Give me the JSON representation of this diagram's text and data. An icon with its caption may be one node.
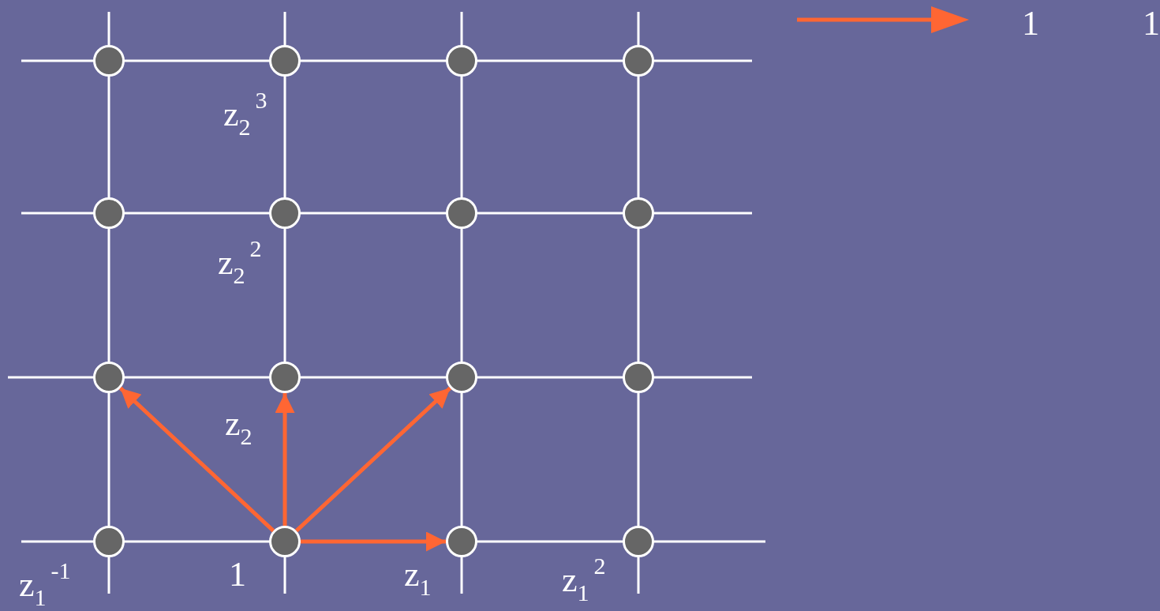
{
  "diagram": {
    "nodes": [
      {
        "text": [],
        "shape": "circle"
      },
      {
        "text": [],
        "shape": "circle"
      },
      {
        "text": [],
        "shape": "circle"
      },
      {
        "text": [],
        "shape": "circle"
      },
      {
        "text": [],
        "shape": "circle"
      },
      {
        "text": [],
        "shape": "circle"
      },
      {
        "text": [],
        "shape": "circle"
      },
      {
        "text": [],
        "shape": "circle"
      },
      {
        "text": [],
        "shape": "circle"
      },
      {
        "text": [],
        "shape": "circle"
      },
      {
        "text": [],
        "shape": "circle"
      },
      {
        "text": [],
        "shape": "circle"
      },
      {
        "text": [],
        "shape": "circle"
      },
      {
        "text": [],
        "shape": "circle"
      },
      {
        "text": [],
        "shape": "circle"
      },
      {
        "text": [],
        "shape": "circle"
      }
    ],
    "edges": [
      {
        "from": 13,
        "to": 14,
        "arrow": "to"
      },
      {
        "from": 13,
        "to": 8,
        "arrow": "to"
      },
      {
        "from": 13,
        "to": 9,
        "arrow": "to"
      },
      {
        "from": 13,
        "to": 10,
        "arrow": "to"
      }
    ],
    "labels": [
      "1",
      "1",
      "z$_{2}$$^{3}$",
      "z$_{2}$$^{2}$",
      "z$_{2}$",
      "z$_{1}$$^{-1}$",
      "1",
      "z$_{1}$",
      "z$_{1}$$^{2}$"
    ]
  }
}
